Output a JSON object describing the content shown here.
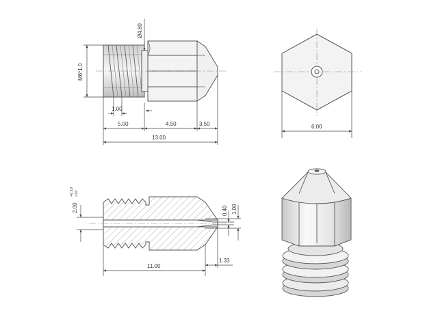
{
  "colors": {
    "outline": "#555555",
    "dimension": "#444444",
    "hatch": "#999999",
    "text": "#333333",
    "metal_light": "#f4f4f4",
    "metal_mid": "#d8d8d8",
    "metal_dark": "#a0a0a0"
  },
  "dimensions": {
    "thread_diameter": "Ø4.80",
    "thread_spec": "M6*1.0",
    "thread_pitch": "1.00",
    "thread_length": "5.00",
    "hex_length": "4.50",
    "cone_length": "3.50",
    "overall_length": "13.00",
    "hex_across_flats": "6.00",
    "bore_diameter": "2.00",
    "bore_tol_upper": "+0.10",
    "bore_tol_lower": "-0.0",
    "orifice_diameter": "0.40",
    "tip_length": "1.00",
    "bore_depth": "11.00",
    "tip_cone_length": "1.33"
  }
}
